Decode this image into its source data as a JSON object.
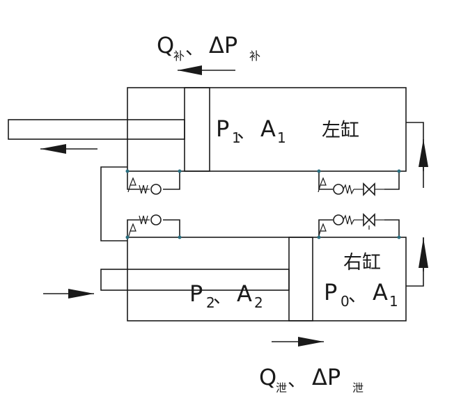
{
  "labels": {
    "top_flow": {
      "q": "Q",
      "q_sub": "补",
      "sep": "、",
      "dp": "ΔP",
      "dp_sub": "补"
    },
    "bottom_flow": {
      "q": "Q",
      "q_sub": "泄",
      "sep": "、",
      "dp": "ΔP",
      "dp_sub": "泄"
    },
    "left_cyl": {
      "p": "P",
      "p_sub": "1",
      "sep": "、",
      "a": "A",
      "a_sub": "1",
      "name": "左缸"
    },
    "right_cyl_name": "右缸",
    "right_cyl": {
      "p": "P",
      "p_sub": "0",
      "sep": "、",
      "a": "A",
      "a_sub": "1"
    },
    "rod_chamber": {
      "p": "P",
      "p_sub": "2",
      "sep": "、",
      "a": "A",
      "a_sub": "2"
    }
  },
  "colors": {
    "line": "#1a1a1a",
    "junction": "#2a6f80",
    "background": "#ffffff"
  }
}
